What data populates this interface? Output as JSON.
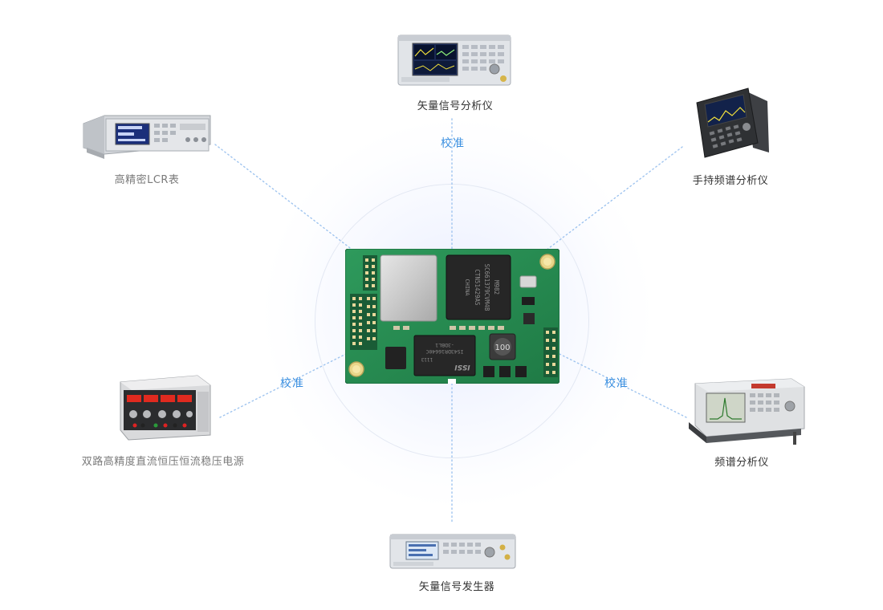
{
  "center_board": {
    "chip_texts": [
      "SC661379CVM4B",
      "CTN51429AS",
      "M982",
      "CHINA"
    ],
    "inductor_value": "100",
    "ram_texts": [
      "ISSI",
      "IS43DR16640C",
      "-3DBL1",
      "1113"
    ]
  },
  "calibration_label": "校准",
  "colors": {
    "link": "#9fc4ef",
    "calib_text": "#3a8fe0",
    "label_text": "#333333",
    "label_gray": "#7a7a7a"
  },
  "devices": [
    {
      "id": "vector-signal-analyzer",
      "label": "矢量信号分析仪",
      "icon": "vector-signal-analyzer-icon",
      "gray": false
    },
    {
      "id": "handheld-spectrum-analyzer",
      "label": "手持频谱分析仪",
      "icon": "handheld-spectrum-analyzer-icon",
      "gray": false
    },
    {
      "id": "spectrum-analyzer",
      "label": "频谱分析仪",
      "icon": "spectrum-analyzer-icon",
      "gray": false
    },
    {
      "id": "vector-signal-generator",
      "label": "矢量信号发生器",
      "icon": "vector-signal-generator-icon",
      "gray": false
    },
    {
      "id": "dc-power-supply",
      "label": "双路高精度直流恒压恒流稳压电源",
      "icon": "dc-power-supply-icon",
      "gray": true
    },
    {
      "id": "lcr-meter",
      "label": "高精密LCR表",
      "icon": "lcr-meter-icon",
      "gray": true
    }
  ]
}
